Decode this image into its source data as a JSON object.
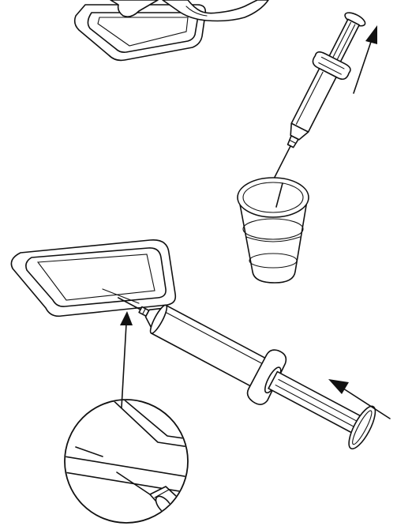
{
  "figure": {
    "panels": [
      "top-pad-press",
      "syringe-draw-liquid",
      "pad-injection",
      "detail-magnifier"
    ],
    "arrows": [
      "syringe-pull-up-arrow",
      "syringe-push-arrow",
      "callout-arrow"
    ]
  },
  "colors": {
    "line": "#111111",
    "background": "#ffffff"
  },
  "icons": [
    "hand-icon",
    "gel-pad-icon",
    "syringe-icon",
    "cup-icon",
    "needle-icon"
  ]
}
